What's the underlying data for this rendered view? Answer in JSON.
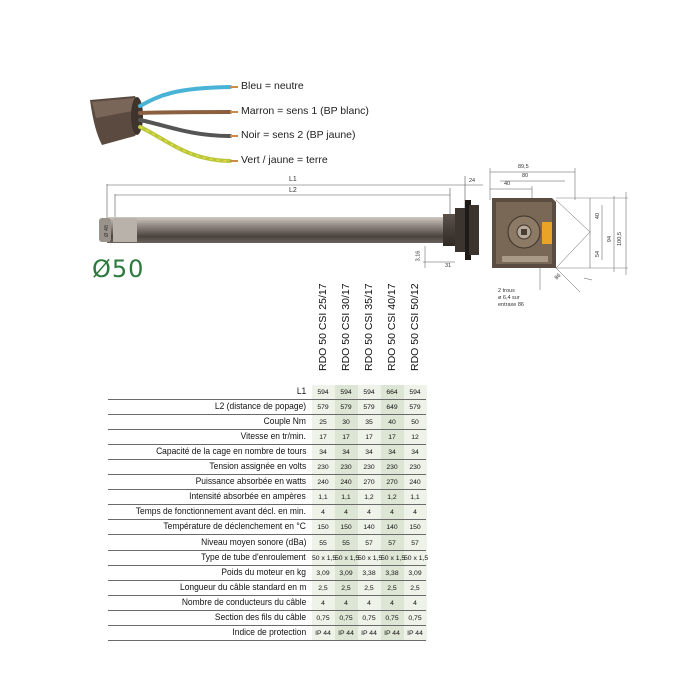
{
  "wires": [
    {
      "label": "Bleu = neutre",
      "color": "#48b3d6"
    },
    {
      "label": "Marron = sens 1 (BP blanc)",
      "color": "#8a6040"
    },
    {
      "label": "Noir = sens 2 (BP jaune)",
      "color": "#555555"
    },
    {
      "label": "Vert / jaune = terre",
      "color": "#b8c83a"
    }
  ],
  "diameter_label": "Ø50",
  "dimensions": {
    "l1": "L1",
    "l2": "L2",
    "d24": "24",
    "d895": "89,5",
    "d80": "80",
    "d40": "40",
    "d48": "Ø 48",
    "d316": "3,16",
    "d31": "31",
    "h40": "40",
    "h94": "94",
    "h1005": "100,5",
    "h54": "54",
    "d86": "86",
    "note_line1": "2 trous",
    "note_line2": "ø 6,4 sur",
    "note_line3": "entraxe 86"
  },
  "table": {
    "models": [
      "RDO 50 CSI 25/17",
      "RDO 50 CSI 30/17",
      "RDO 50 CSI 35/17",
      "RDO 50 CSI 40/17",
      "RDO 50 CSI 50/12"
    ],
    "rows": [
      {
        "label": "L1",
        "values": [
          "594",
          "594",
          "594",
          "664",
          "594"
        ]
      },
      {
        "label": "L2 (distance de popage)",
        "values": [
          "579",
          "579",
          "579",
          "649",
          "579"
        ]
      },
      {
        "label": "Couple Nm",
        "values": [
          "25",
          "30",
          "35",
          "40",
          "50"
        ]
      },
      {
        "label": "Vitesse en tr/min.",
        "values": [
          "17",
          "17",
          "17",
          "17",
          "12"
        ]
      },
      {
        "label": "Capacité de la cage en nombre de tours",
        "values": [
          "34",
          "34",
          "34",
          "34",
          "34"
        ]
      },
      {
        "label": "Tension assignée en volts",
        "values": [
          "230",
          "230",
          "230",
          "230",
          "230"
        ]
      },
      {
        "label": "Puissance absorbée en watts",
        "values": [
          "240",
          "240",
          "270",
          "270",
          "240"
        ]
      },
      {
        "label": "Intensité absorbée en ampères",
        "values": [
          "1,1",
          "1,1",
          "1,2",
          "1,2",
          "1,1"
        ]
      },
      {
        "label": "Temps de fonctionnement avant décl. en min.",
        "values": [
          "4",
          "4",
          "4",
          "4",
          "4"
        ]
      },
      {
        "label": "Température de déclenchement en °C",
        "values": [
          "150",
          "150",
          "140",
          "140",
          "150"
        ]
      },
      {
        "label": "Niveau moyen sonore (dBa)",
        "values": [
          "55",
          "55",
          "57",
          "57",
          "57"
        ]
      },
      {
        "label": "Type de tube d'enroulement",
        "values": [
          "50 x 1,5",
          "50 x 1,5",
          "50 x 1,5",
          "50 x 1,5",
          "50 x 1,5"
        ]
      },
      {
        "label": "Poids du moteur en kg",
        "values": [
          "3,09",
          "3,09",
          "3,38",
          "3,38",
          "3,09"
        ]
      },
      {
        "label": "Longueur du câble standard en m",
        "values": [
          "2,5",
          "2,5",
          "2,5",
          "2,5",
          "2,5"
        ]
      },
      {
        "label": "Nombre de conducteurs du câble",
        "values": [
          "4",
          "4",
          "4",
          "4",
          "4"
        ]
      },
      {
        "label": "Section des fils du câble",
        "values": [
          "0,75",
          "0,75",
          "0,75",
          "0,75",
          "0,75"
        ]
      },
      {
        "label": "Indice de protection",
        "values": [
          "IP 44",
          "IP 44",
          "IP 44",
          "IP 44",
          "IP 44"
        ]
      }
    ]
  },
  "colors": {
    "column_shade_light": "#eef3ea",
    "column_shade_dark": "#dde6d5",
    "diameter_green": "#2d7a3e"
  }
}
